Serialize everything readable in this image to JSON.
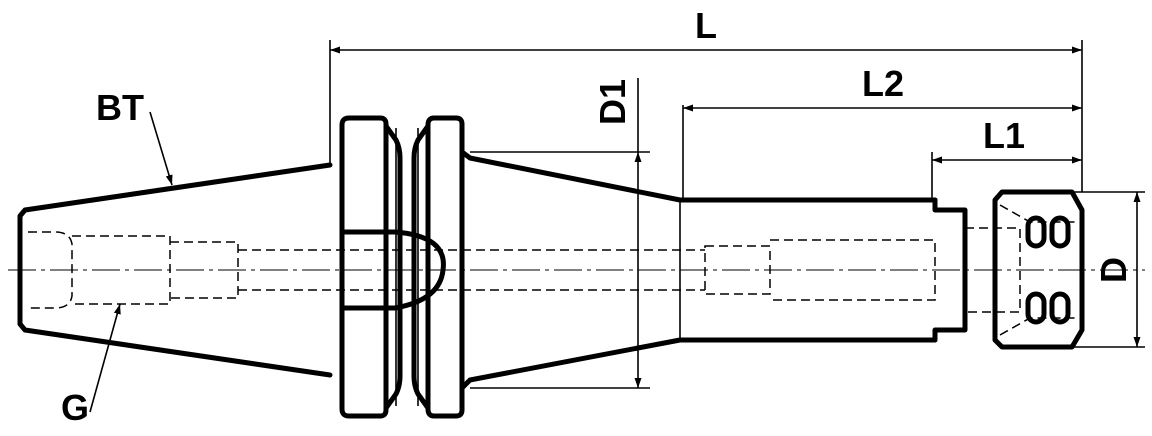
{
  "labels": {
    "L": "L",
    "L2": "L2",
    "L1": "L1",
    "D1": "D1",
    "D": "D",
    "BT": "BT",
    "G": "G"
  }
}
